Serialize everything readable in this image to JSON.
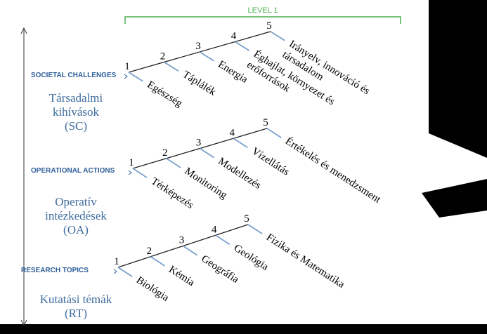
{
  "level": {
    "label": "LEVEL 1"
  },
  "groups": [
    {
      "category": "SOCIETAL CHALLENGES",
      "description": [
        "Társadalmi",
        "kihívások",
        "(SC)"
      ],
      "items": [
        {
          "n": "1",
          "label": "Egészség"
        },
        {
          "n": "2",
          "label": "Táplálék"
        },
        {
          "n": "3",
          "label": "Energia"
        },
        {
          "n": "4",
          "label": "Éghajlat, környezet és erőforrások"
        },
        {
          "n": "5",
          "label": "Irányelv, innováció és társadalom"
        }
      ]
    },
    {
      "category": "OPERATIONAL ACTIONS",
      "description": [
        "Operatív",
        "intézkedések",
        "(OA)"
      ],
      "items": [
        {
          "n": "1",
          "label": "Térképezés"
        },
        {
          "n": "2",
          "label": "Monitoring"
        },
        {
          "n": "3",
          "label": "Modellezés"
        },
        {
          "n": "4",
          "label": "Vízellátás"
        },
        {
          "n": "5",
          "label": "Értékelés és menedzsment"
        }
      ]
    },
    {
      "category": "RESEARCH TOPICS",
      "description": [
        "Kutatási témák",
        "(RT)"
      ],
      "items": [
        {
          "n": "1",
          "label": "Biológia"
        },
        {
          "n": "2",
          "label": "Kémia"
        },
        {
          "n": "3",
          "label": "Geográfia"
        },
        {
          "n": "4",
          "label": "Geológia"
        },
        {
          "n": "5",
          "label": "Fizika és Matematika"
        }
      ]
    }
  ],
  "colors": {
    "background": "#ffffff",
    "accent": "#4caf50",
    "category": "#2e5f9a",
    "branch": "#7aa0cc"
  }
}
